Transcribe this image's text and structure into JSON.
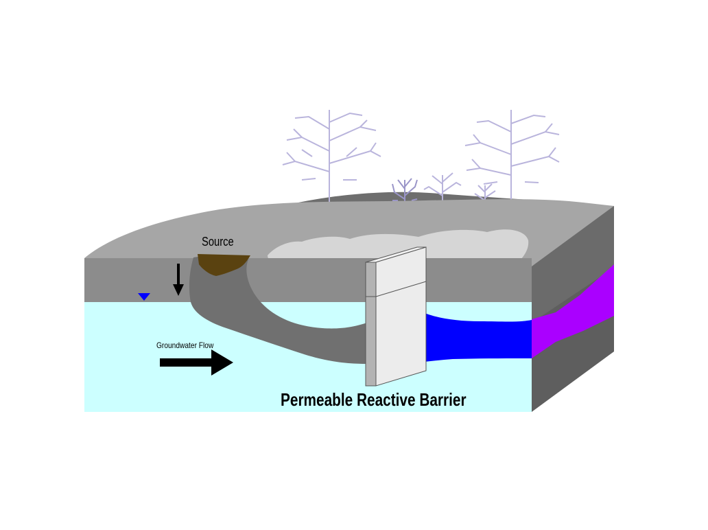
{
  "labels": {
    "source": "Source",
    "groundwater_flow": "Groundwater Flow",
    "barrier": "Permeable Reactive Barrier"
  },
  "colors": {
    "sky_tree": "#b9b4dc",
    "surface_light": "#a6a6a6",
    "soil_mid": "#8c8c8c",
    "soil_dark": "#6b6b6b",
    "block_side": "#5e5e5e",
    "groundwater": "#ccffff",
    "plume": "#707070",
    "source_pool": "#5a4210",
    "treated_plume": "#0000ff",
    "side_plume": "#aa00ff",
    "barrier_face": "#e8e8e8"
  },
  "icons": [
    "water-table-marker-icon",
    "infiltration-arrow-icon",
    "flow-arrow-icon"
  ]
}
